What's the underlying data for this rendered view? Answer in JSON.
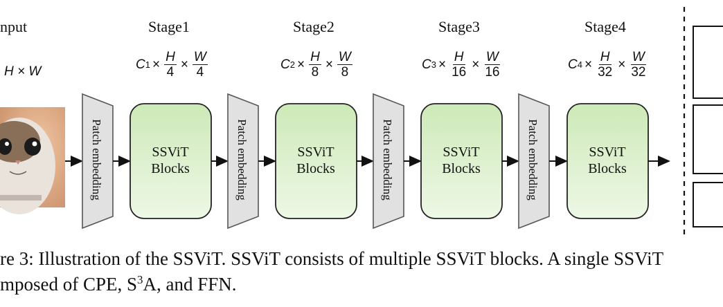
{
  "input": {
    "label": "nput",
    "dims": "H × W",
    "image": "cat-photo"
  },
  "stages": [
    {
      "name": "Stage1",
      "channel": "C",
      "channel_sub": "1",
      "h_div": "4",
      "w_div": "4",
      "block_line1": "SSViT",
      "block_line2": "Blocks"
    },
    {
      "name": "Stage2",
      "channel": "C",
      "channel_sub": "2",
      "h_div": "8",
      "w_div": "8",
      "block_line1": "SSViT",
      "block_line2": "Blocks"
    },
    {
      "name": "Stage3",
      "channel": "C",
      "channel_sub": "3",
      "h_div": "16",
      "w_div": "16",
      "block_line1": "SSViT",
      "block_line2": "Blocks"
    },
    {
      "name": "Stage4",
      "channel": "C",
      "channel_sub": "4",
      "h_div": "32",
      "w_div": "32",
      "block_line1": "SSViT",
      "block_line2": "Blocks"
    }
  ],
  "patch_label": "Patch embedding",
  "frac_num_h": "H",
  "frac_num_w": "W",
  "times": "×",
  "caption": {
    "line1": "re 3: Illustration of the SSViT. SSViT consists of multiple SSViT blocks. A single SSViT",
    "line2_pre": "mposed of CPE, S",
    "line2_sup": "3",
    "line2_post": "A, and FFN."
  }
}
